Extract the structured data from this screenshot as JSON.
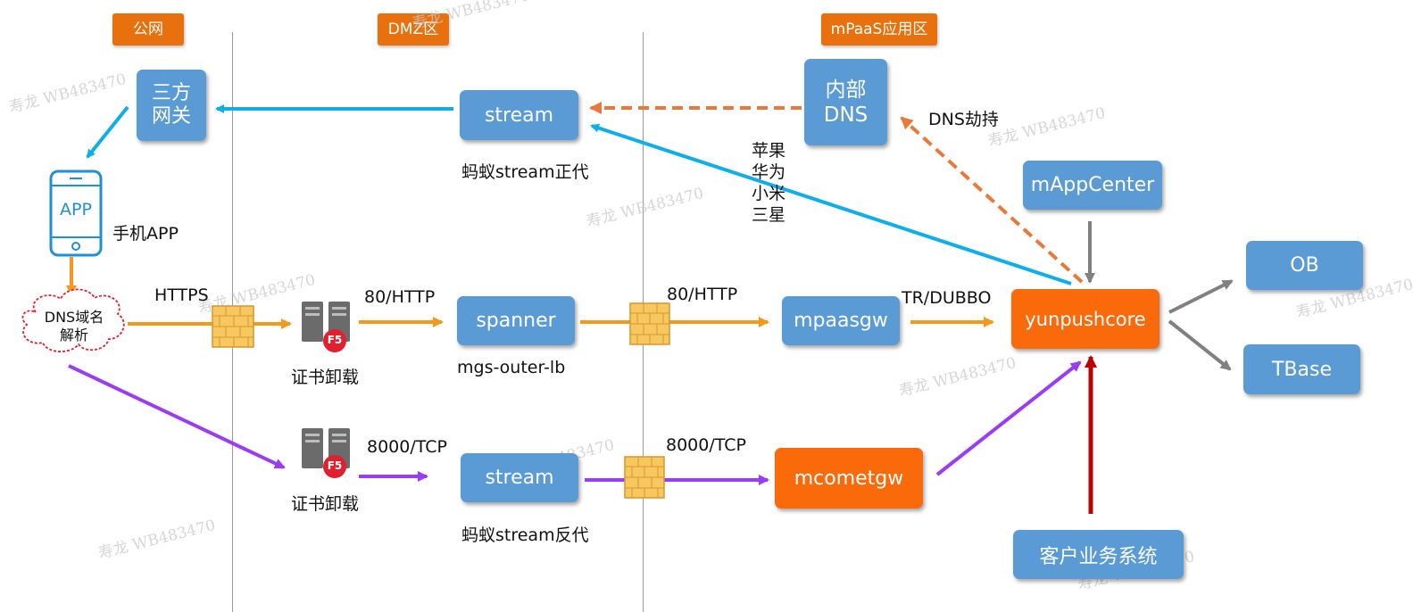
{
  "zones": [
    "公网",
    "DMZ区",
    "mPaaS应用区"
  ],
  "nodes": {
    "sanfang": "三方\n网关",
    "stream_top": "stream",
    "neibu_dns": "内部\nDNS",
    "mappcenter": "mAppCenter",
    "app": "APP",
    "spanner": "spanner",
    "mpaasgw": "mpaasgw",
    "yunpushcore": "yunpushcore",
    "ob": "OB",
    "tbase": "TBase",
    "stream_bottom": "stream",
    "mcometgw": "mcometgw",
    "kehu": "客户业务系统",
    "dns_cloud": "DNS域名\n解析",
    "f5_top": "F5",
    "f5_bottom": "F5"
  },
  "labels": {
    "stream_top_caption": "蚂蚁stream正代",
    "app_caption": "手机APP",
    "vendors": "苹果\n华为\n小米\n三星",
    "dns_hijack": "DNS劫持",
    "https": "HTTPS",
    "http80_a": "80/HTTP",
    "http80_b": "80/HTTP",
    "tr_dubbo": "TR/DUBBO",
    "cert_top": "证书卸载",
    "mgs": "mgs-outer-lb",
    "cert_bottom": "证书卸载",
    "tcp_a": "8000/TCP",
    "tcp_b": "8000/TCP",
    "stream_bottom_caption": "蚂蚁stream反代"
  },
  "watermark": "寿龙 WB483470",
  "colors": {
    "zone": "#e8700d",
    "node_blue": "#5b9bd5",
    "node_orange": "#fa6a0a",
    "arrow_blue": "#10aee8",
    "arrow_orange": "#f39a1e",
    "arrow_dashed": "#e8793a",
    "arrow_purple": "#9b3cf5",
    "arrow_gray": "#808080",
    "arrow_red": "#c00000"
  }
}
